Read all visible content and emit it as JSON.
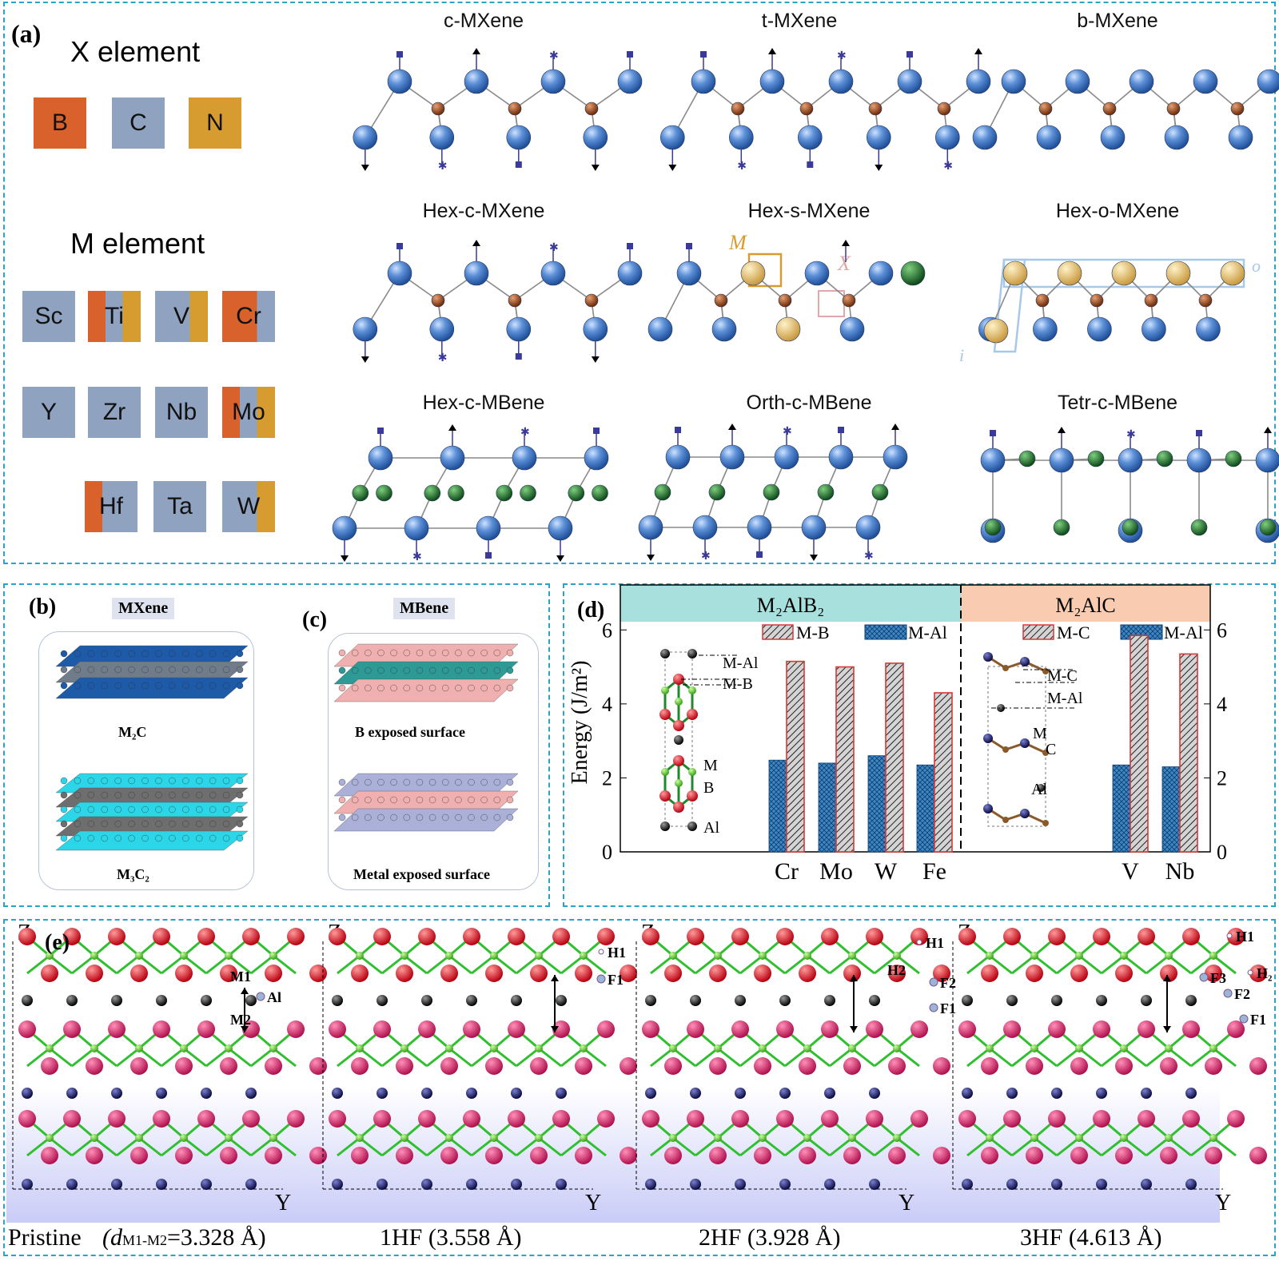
{
  "panel_a": {
    "label": "(a)",
    "x_heading": "X element",
    "x_elements": [
      {
        "symbol": "B",
        "color": "#d9612b"
      },
      {
        "symbol": "C",
        "color": "#8fa2bf"
      },
      {
        "symbol": "N",
        "color": "#d79c2f"
      }
    ],
    "m_heading": "M element",
    "m_elements": [
      {
        "symbol": "Sc",
        "fills": [
          "#8fa2bf"
        ]
      },
      {
        "symbol": "Ti",
        "fills": [
          "#d9612b",
          "#8fa2bf",
          "#d79c2f"
        ]
      },
      {
        "symbol": "V",
        "fills": [
          "#8fa2bf",
          "#8fa2bf",
          "#d79c2f"
        ]
      },
      {
        "symbol": "Cr",
        "fills": [
          "#d9612b",
          "#d9612b",
          "#8fa2bf"
        ]
      },
      {
        "symbol": "Y",
        "fills": [
          "#8fa2bf"
        ]
      },
      {
        "symbol": "Zr",
        "fills": [
          "#8fa2bf"
        ]
      },
      {
        "symbol": "Nb",
        "fills": [
          "#8fa2bf"
        ]
      },
      {
        "symbol": "Mo",
        "fills": [
          "#d9612b",
          "#8fa2bf",
          "#d79c2f"
        ]
      },
      {
        "symbol": "Hf",
        "fills": [
          "#d9612b",
          "#8fa2bf",
          "#8fa2bf"
        ]
      },
      {
        "symbol": "Ta",
        "fills": [
          "#8fa2bf"
        ]
      },
      {
        "symbol": "W",
        "fills": [
          "#8fa2bf",
          "#8fa2bf",
          "#d79c2f"
        ]
      }
    ],
    "structures": [
      "c-MXene",
      "t-MXene",
      "b-MXene",
      "Hex-c-MXene",
      "Hex-s-MXene",
      "Hex-o-MXene",
      "Hex-c-MBene",
      "Orth-c-MBene",
      "Tetr-c-MBene"
    ],
    "hex_s_labels": {
      "m": "M",
      "x": "X"
    },
    "hex_o_labels": {
      "o": "o",
      "i": "i"
    }
  },
  "panel_b": {
    "label": "(b)",
    "tag": "MXene",
    "caption_top": "M₂C",
    "caption_bottom": "M₃C₂"
  },
  "panel_c": {
    "label": "(c)",
    "tag": "MBene",
    "caption_top": "B exposed surface",
    "caption_bottom": "Metal exposed surface"
  },
  "panel_d": {
    "label": "(d)",
    "header_left": "M₂AlB₂",
    "header_right": "M₂AlC",
    "ylabel": "Energy (J/m²)",
    "legend_left": [
      "M-B",
      "M-Al"
    ],
    "legend_right": [
      "M-C",
      "M-Al"
    ],
    "inset_left": [
      "M-Al",
      "M-B",
      "M",
      "B",
      "Al"
    ],
    "inset_right": [
      "M-C",
      "M-Al",
      "M",
      "C",
      "Al"
    ],
    "colors": {
      "hatched": "#9a9a9a",
      "crosshatch": "#3f86c4",
      "header_left": "#a8e0dd",
      "header_right": "#f9cbb0"
    }
  },
  "chart_data": {
    "type": "bar",
    "ylabel": "Energy (J/m²)",
    "ylim": [
      0,
      7
    ],
    "yticks": [
      0,
      2,
      4,
      6
    ],
    "groups": [
      {
        "name": "M₂AlB₂",
        "categories": [
          "Cr",
          "Mo",
          "W",
          "Fe"
        ],
        "series": [
          {
            "name": "M-Al",
            "values": [
              2.48,
              2.4,
              2.6,
              2.35
            ]
          },
          {
            "name": "M-B",
            "values": [
              5.15,
              5.0,
              5.1,
              4.3
            ]
          }
        ]
      },
      {
        "name": "M₂AlC",
        "categories": [
          "V",
          "Nb"
        ],
        "series": [
          {
            "name": "M-Al",
            "values": [
              2.35,
              2.3
            ]
          },
          {
            "name": "M-C",
            "values": [
              5.85,
              5.35
            ]
          }
        ]
      }
    ]
  },
  "panel_e": {
    "label": "(e)",
    "axis_z": "Z",
    "axis_y": "Y",
    "captions": [
      "Pristine",
      "1HF (3.558 Å)",
      "2HF (3.928 Å)",
      "3HF (4.613 Å)"
    ],
    "pristine_d": "=3.328 Å)",
    "pristine_d_prefix": "(d",
    "pristine_d_sub": "M1-M2",
    "atom_labels": {
      "pristine": [
        "M1",
        "Al",
        "M2"
      ],
      "hf1": [
        "H1",
        "F1"
      ],
      "hf2": [
        "H1",
        "H2",
        "F2",
        "F1"
      ],
      "hf3": [
        "H1",
        "H₂",
        "F3",
        "F2",
        "F1"
      ]
    }
  }
}
